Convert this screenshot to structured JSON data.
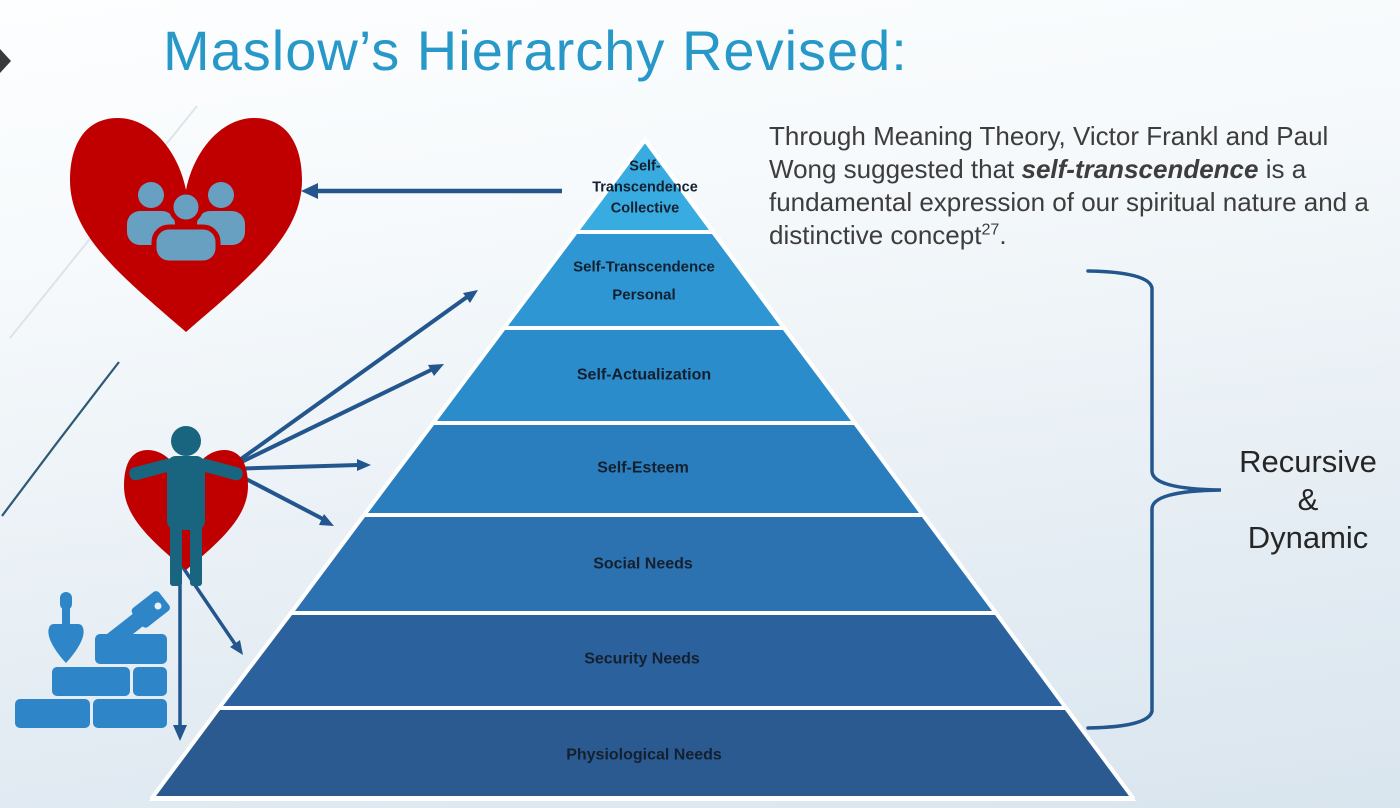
{
  "slide": {
    "title": "Maslow’s Hierarchy Revised:"
  },
  "intro": {
    "t1": "Through Meaning Theory, Victor Frankl and Paul Wong suggested that ",
    "bold": "self-transcendence",
    "t2": " is a fundamental expression of our spiritual nature and a distinctive concept",
    "sup": "27",
    "t3": "."
  },
  "brace_label": "Recursive\n&\nDynamic",
  "pyramid": {
    "levels": [
      {
        "label": "Self-\nTranscendence\nCollective",
        "color": "#38ABE0"
      },
      {
        "label": "Self-Transcendence\nPersonal",
        "color": "#2D96D3"
      },
      {
        "label": "Self-Actualization",
        "color": "#2B8CCB"
      },
      {
        "label": "Self-Esteem",
        "color": "#2A7EBD"
      },
      {
        "label": "Social Needs",
        "color": "#2C72B0"
      },
      {
        "label": "Security Needs",
        "color": "#2B629D"
      },
      {
        "label": "Physiological Needs",
        "color": "#2B5A91"
      }
    ]
  },
  "icons": {
    "heart_collective": "heart-icon",
    "people_group": "people-group-icon",
    "superhero": "superhero-person-icon",
    "heart_cape": "heart-cape-icon",
    "bricks": "brick-wall-trowel-icon",
    "nav_chevron": "chevron-right-icon"
  },
  "colors": {
    "title": "#2798C8",
    "arrow": "#24568E",
    "heart_red": "#C00000",
    "people_blue": "#68A0C2",
    "person_teal": "#19647E",
    "brick_blue": "#2E86C9",
    "label_dark": "#14202F",
    "body_text": "#3D3D3D"
  }
}
